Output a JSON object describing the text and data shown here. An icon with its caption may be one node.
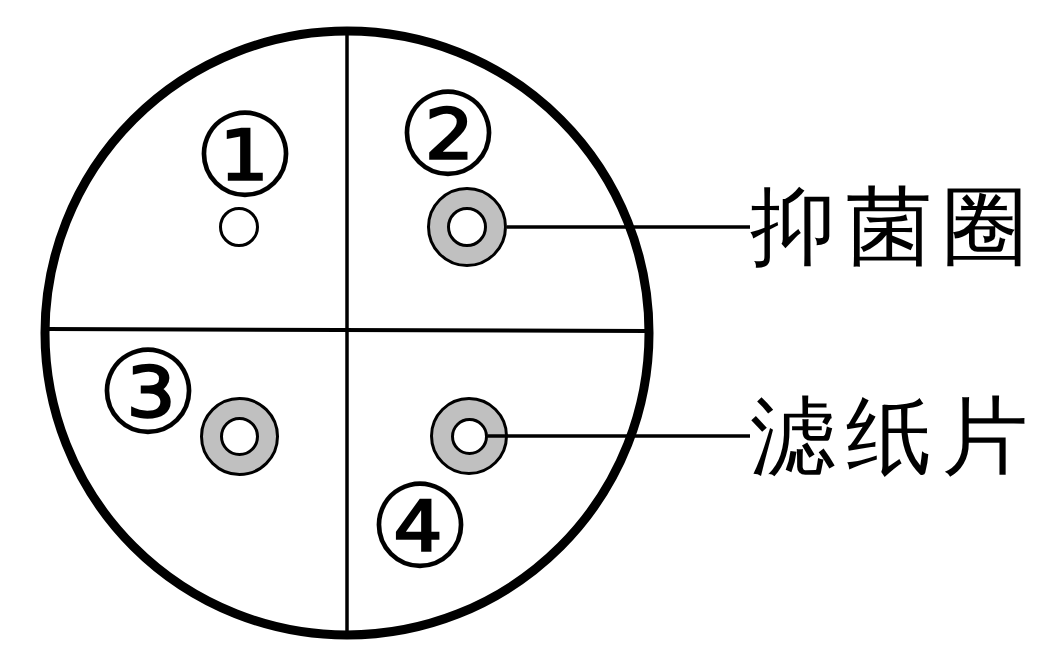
{
  "diagram": {
    "nodes": [
      {
        "text": [],
        "shape": "circle"
      },
      {
        "text": [],
        "shape": "circle"
      },
      {
        "text": [],
        "shape": "circle",
        "in": 1
      },
      {
        "text": [
          "抑菌圈"
        ]
      },
      {
        "text": [],
        "shape": "circle"
      },
      {
        "text": [],
        "shape": "circle",
        "in": 4
      },
      {
        "text": [],
        "shape": "circle"
      },
      {
        "text": [],
        "shape": "circle",
        "in": 6
      },
      {
        "text": [
          "滤纸片"
        ]
      }
    ],
    "edges": [
      {
        "from": 3,
        "to": 1,
        "arrow": "none"
      },
      {
        "from": 8,
        "to": 7,
        "arrow": "none"
      }
    ],
    "labels": [
      "①",
      "②",
      "③",
      "④"
    ]
  }
}
